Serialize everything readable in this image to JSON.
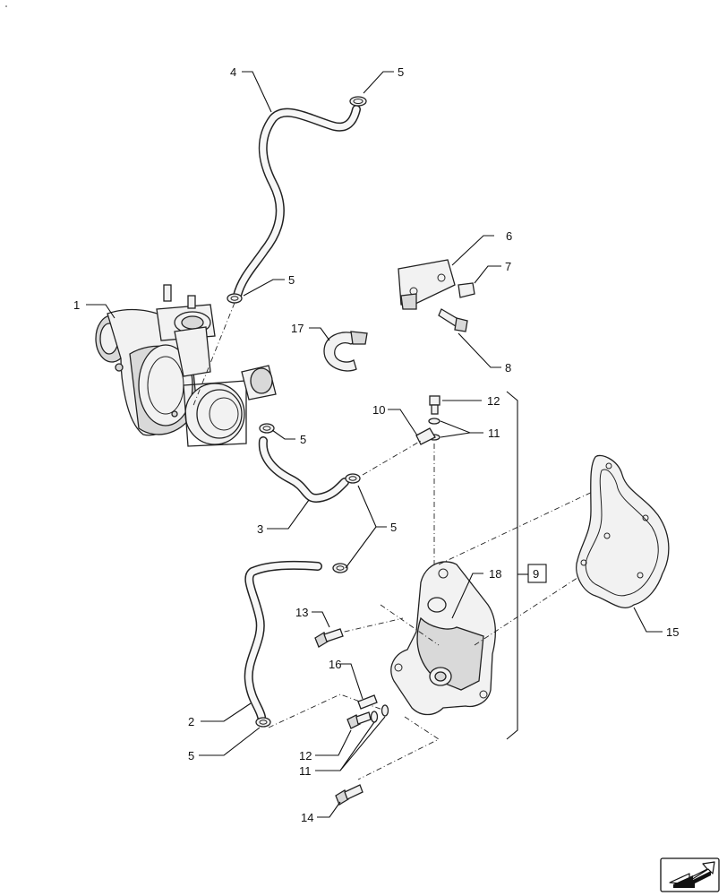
{
  "callouts": {
    "c1": "1",
    "c2": "2",
    "c3": "3",
    "c4": "4",
    "c5a": "5",
    "c5b": "5",
    "c5c": "5",
    "c5d": "5",
    "c5e": "5",
    "c6": "6",
    "c7": "7",
    "c8": "8",
    "c9": "9",
    "c10": "10",
    "c11a": "11",
    "c11b": "11",
    "c12a": "12",
    "c12b": "12",
    "c13": "13",
    "c14": "14",
    "c15": "15",
    "c16": "16",
    "c17": "17",
    "c18": "18"
  },
  "nav_icon": "arrow-next-page-icon"
}
